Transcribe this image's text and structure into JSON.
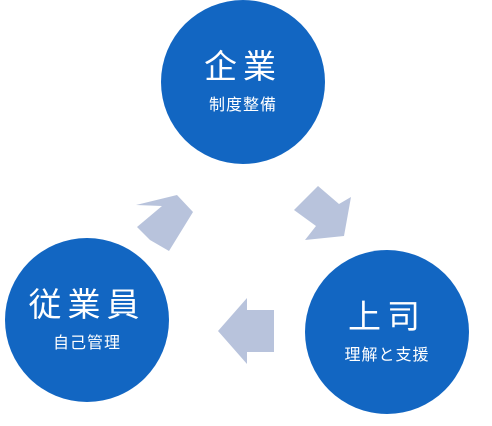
{
  "nodes": [
    {
      "id": "company",
      "title": "企業",
      "subtitle": "制度整備"
    },
    {
      "id": "employee",
      "title": "従業員",
      "subtitle": "自己管理"
    },
    {
      "id": "boss",
      "title": "上司",
      "subtitle": "理解と支援"
    }
  ],
  "colors": {
    "circle": "#1266c2",
    "arrow": "#b8c3dc",
    "text": "#ffffff"
  }
}
